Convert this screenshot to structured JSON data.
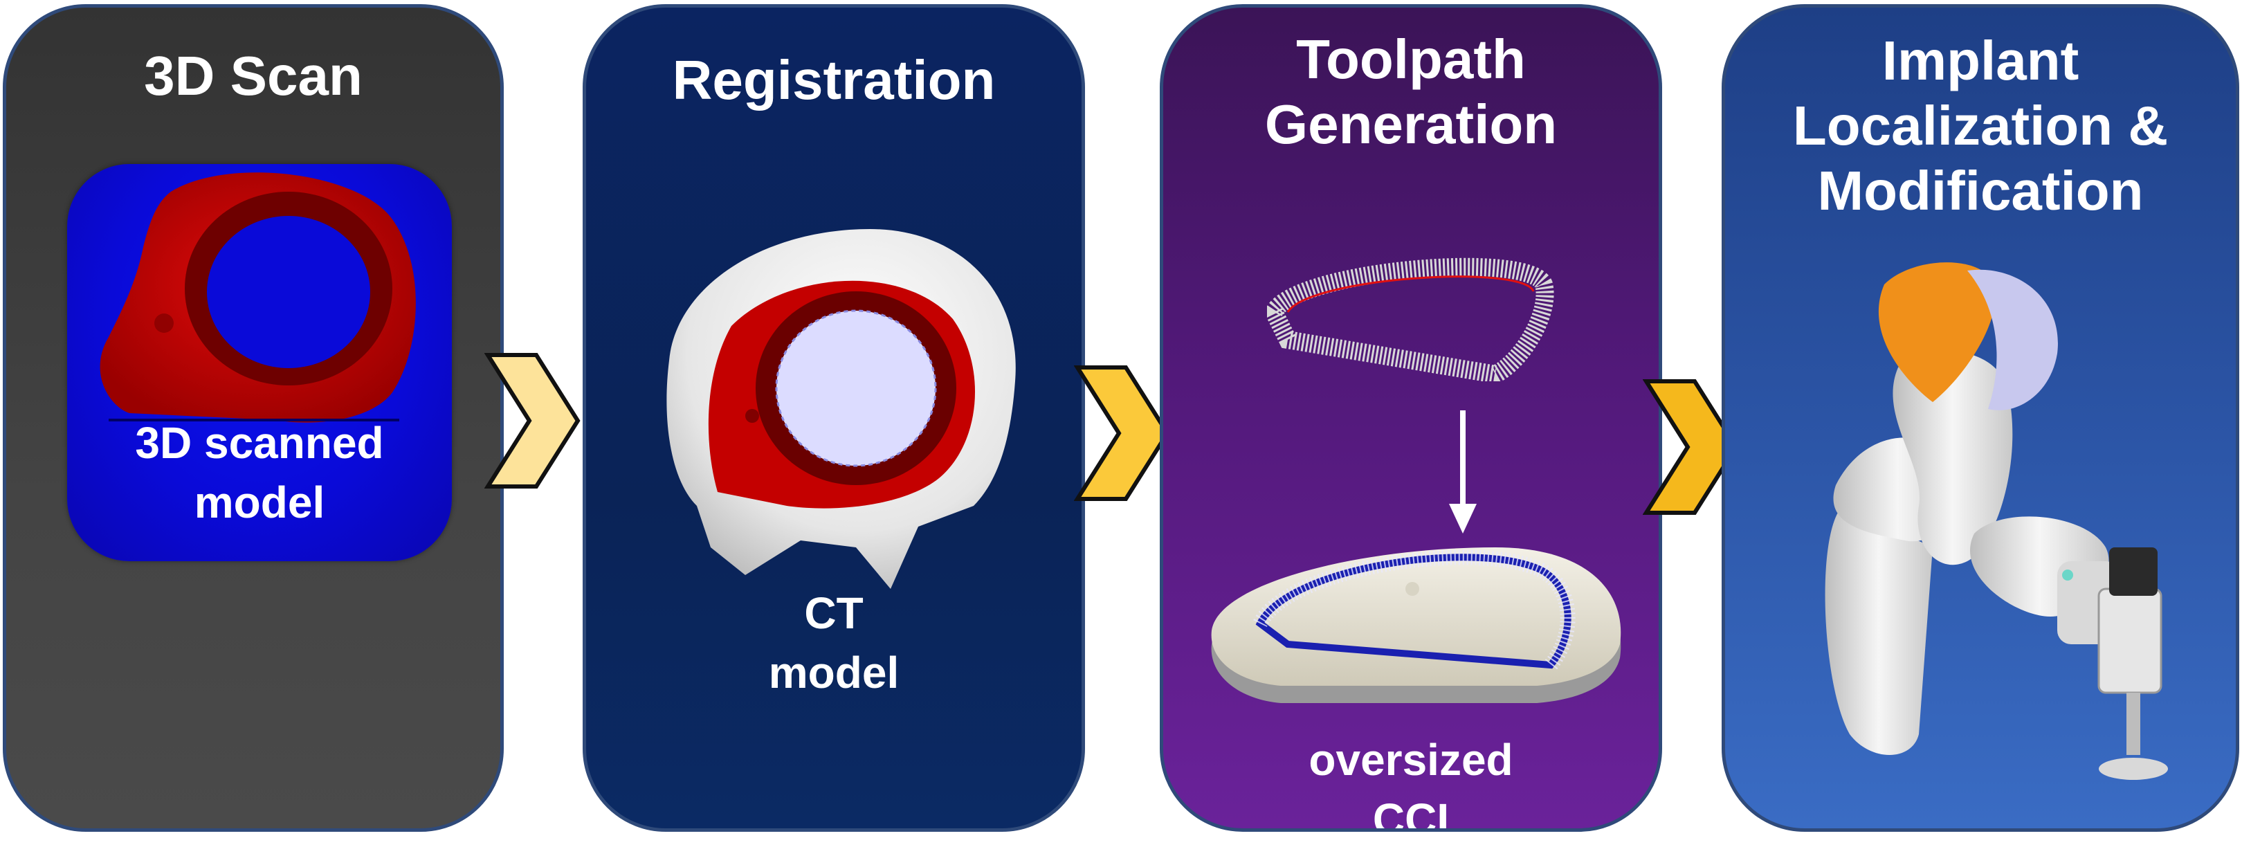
{
  "panels": [
    {
      "title": [
        "3D Scan"
      ],
      "caption": [
        "3D scanned",
        "model"
      ]
    },
    {
      "title": [
        "Registration"
      ],
      "caption": [
        "CT",
        "model"
      ]
    },
    {
      "title": [
        "Toolpath",
        "Generation"
      ],
      "caption": [
        "oversized",
        "CCI"
      ]
    },
    {
      "title": [
        "Implant",
        "Localization &",
        "Modification"
      ],
      "caption": []
    }
  ],
  "colors": {
    "scan_panel": "#3a3a3a",
    "registration_panel": "#0a2357",
    "toolpath_panel": "#52197a",
    "implant_panel": "#2b54a5",
    "scan_background": "#0a0ad8",
    "implant_red": "#c00000",
    "arrow_light": "#fde39a",
    "arrow_gold": "#f5b81c",
    "robot_orange": "#f0901a",
    "robot_lavender": "#c8c8ee"
  },
  "icons": [
    "chevron-right-icon",
    "arrow-down-icon"
  ]
}
